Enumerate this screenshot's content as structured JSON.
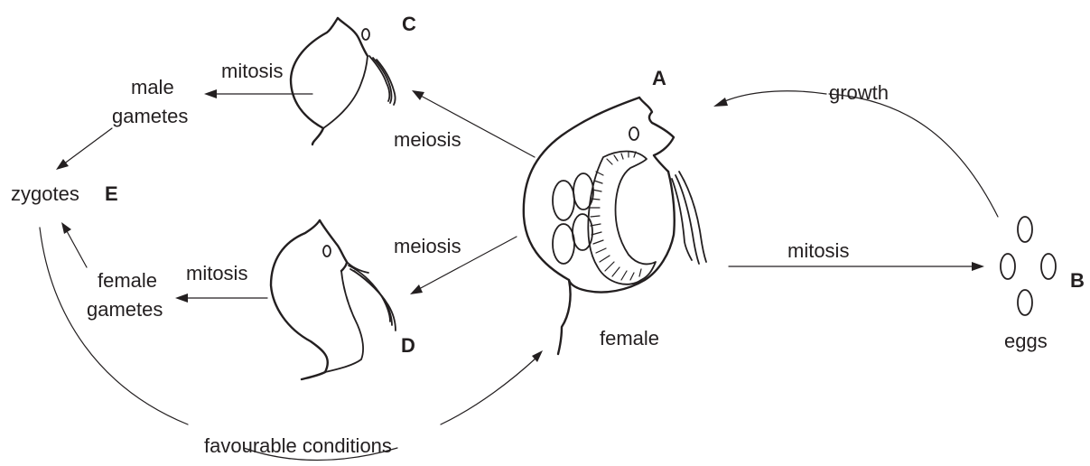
{
  "labels": {
    "A": "A",
    "B": "B",
    "C": "C",
    "D": "D",
    "E": "E",
    "female": "female",
    "eggs": "eggs",
    "growth": "growth",
    "mitosis_ab": "mitosis",
    "meiosis_top": "meiosis",
    "meiosis_bottom": "meiosis",
    "mitosis_c": "mitosis",
    "mitosis_d": "mitosis",
    "male_line1": "male",
    "male_line2": "gametes",
    "female_line1": "female",
    "female_line2": "gametes",
    "zygotes": "zygotes",
    "favourable": "favourable conditions"
  }
}
